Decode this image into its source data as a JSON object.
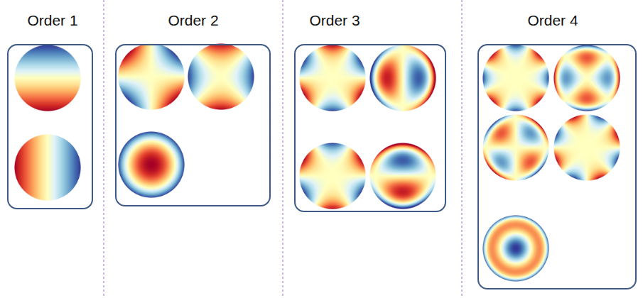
{
  "diagram": {
    "nodes": [
      {
        "text": [
          "Order 1"
        ]
      },
      {
        "text": [
          "Order 2"
        ]
      },
      {
        "text": [
          "Order 3"
        ]
      },
      {
        "text": [
          "Order 4"
        ]
      }
    ]
  }
}
